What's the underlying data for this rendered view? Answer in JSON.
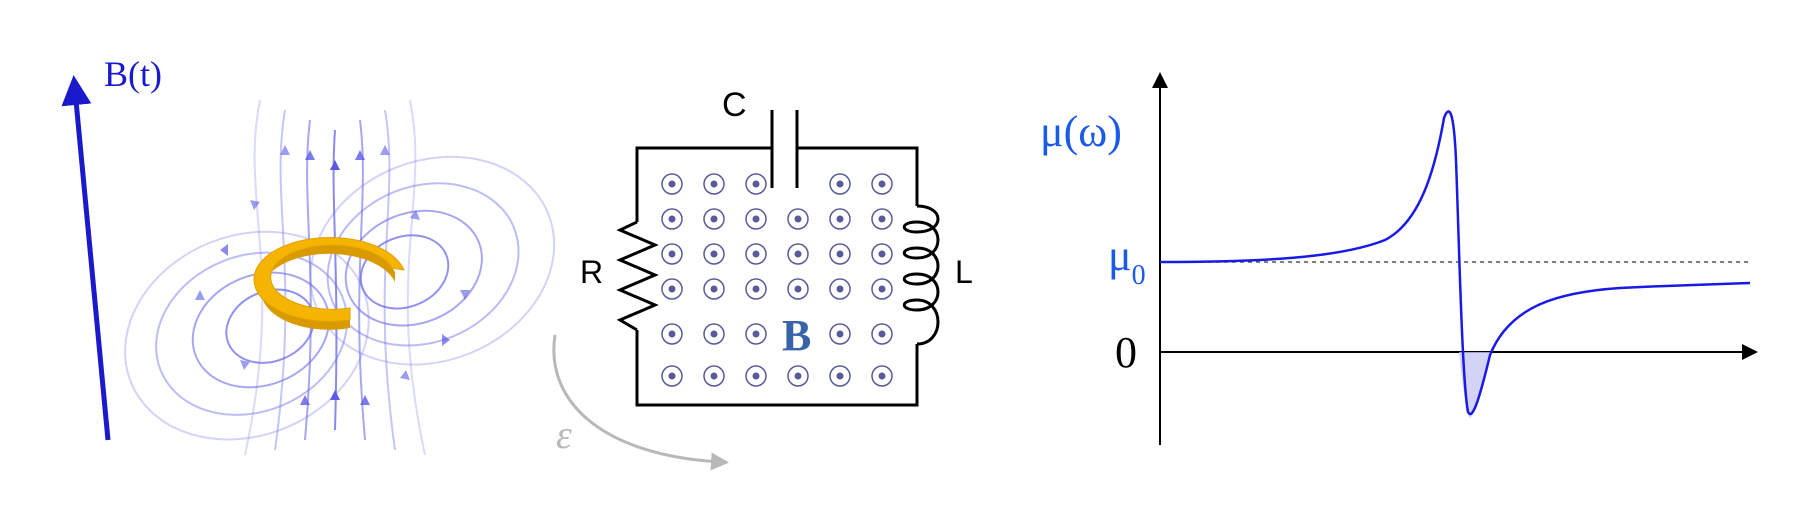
{
  "field_panel": {
    "b_label": "B(t)",
    "b_color": "#1a1acc",
    "ring_color": "#f5b400",
    "field_color": "#5a5ae6",
    "emf_symbol": "ε",
    "emf_color": "#b8b8b8"
  },
  "circuit": {
    "capacitor_label": "C",
    "resistor_label": "R",
    "inductor_label": "L",
    "field_label": "B",
    "field_label_color": "#3a64a8",
    "dot_color": "#5a5a9a"
  },
  "permeability_plot": {
    "y_label": "μ(ω)",
    "mu0_base": "μ",
    "mu0_sub": "0",
    "zero_label": "0",
    "curve_color": "#1a1ae6",
    "label_color": "#1a5ae6"
  }
}
